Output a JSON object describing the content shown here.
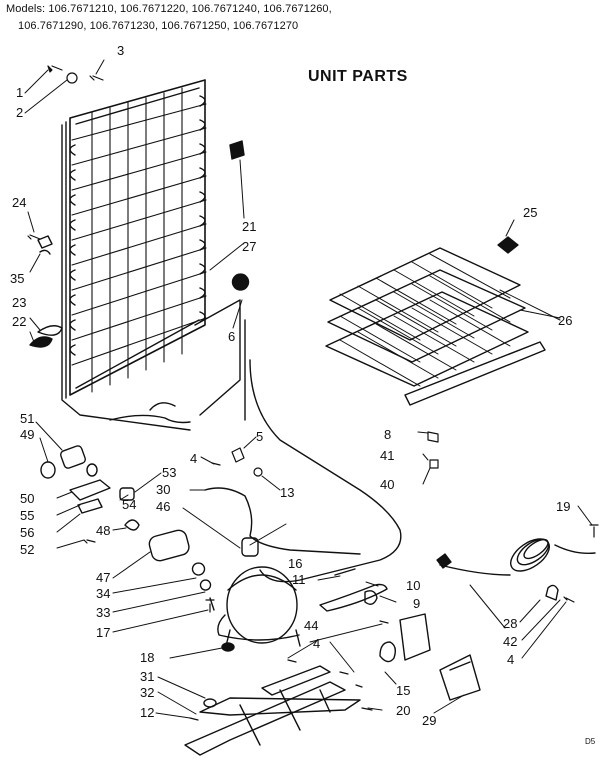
{
  "header": {
    "models_line1": "Models: 106.7671210, 106.7671220, 106.7671240, 106.7671260,",
    "models_line2": "106.7671290, 106.7671230, 106.7671250, 106.7671270"
  },
  "title": "UNIT PARTS",
  "page_code": "D5",
  "callouts": {
    "c1": "1",
    "c2": "2",
    "c3": "3",
    "c4a": "4",
    "c4b": "4",
    "c4c": "4",
    "c5": "5",
    "c6": "6",
    "c8": "8",
    "c9": "9",
    "c10": "10",
    "c11": "11",
    "c12": "12",
    "c13": "13",
    "c15": "15",
    "c16": "16",
    "c17": "17",
    "c18": "18",
    "c19": "19",
    "c20": "20",
    "c21": "21",
    "c22": "22",
    "c23": "23",
    "c24": "24",
    "c25": "25",
    "c26": "26",
    "c27": "27",
    "c28": "28",
    "c29": "29",
    "c30": "30",
    "c31": "31",
    "c32": "32",
    "c33": "33",
    "c34": "34",
    "c35": "35",
    "c40": "40",
    "c41": "41",
    "c42": "42",
    "c44": "44",
    "c46": "46",
    "c47": "47",
    "c48": "48",
    "c49": "49",
    "c50": "50",
    "c51": "51",
    "c52": "52",
    "c53": "53",
    "c54": "54",
    "c55": "55",
    "c56": "56"
  }
}
